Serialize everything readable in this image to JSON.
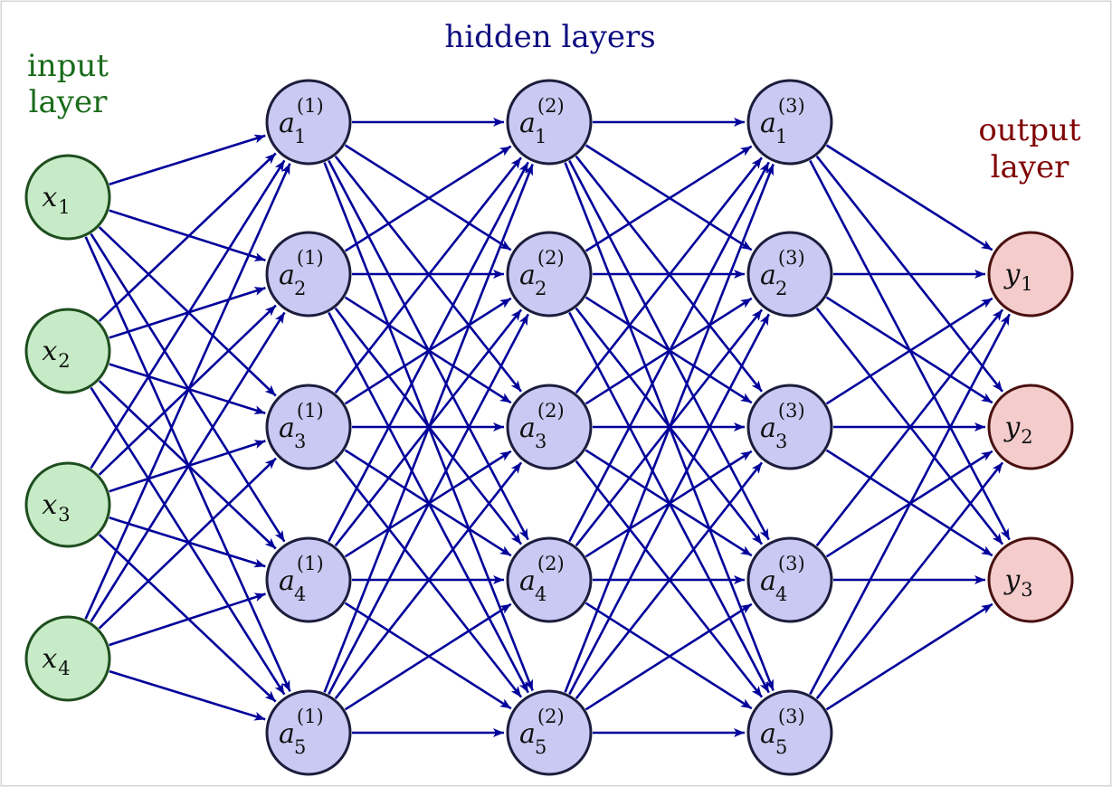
{
  "labels": {
    "hidden": "hidden layers",
    "input_line1": "input",
    "input_line2": "layer",
    "output_line1": "output",
    "output_line2": "layer"
  },
  "colors": {
    "input_fill": "#c6ebc6",
    "input_stroke": "#1e4d1e",
    "hidden_fill": "#c9c9f3",
    "hidden_stroke": "#1c1c3c",
    "output_fill": "#f4cccc",
    "output_stroke": "#4a1010",
    "edge": "#00009a",
    "input_label": "#1a6b1a",
    "hidden_label": "#0e0e80",
    "output_label": "#800000"
  },
  "layers": [
    {
      "kind": "input",
      "nodes": [
        {
          "base": "x",
          "sub": "1"
        },
        {
          "base": "x",
          "sub": "2"
        },
        {
          "base": "x",
          "sub": "3"
        },
        {
          "base": "x",
          "sub": "4"
        }
      ]
    },
    {
      "kind": "hidden",
      "nodes": [
        {
          "base": "a",
          "sub": "1",
          "sup": "(1)"
        },
        {
          "base": "a",
          "sub": "2",
          "sup": "(1)"
        },
        {
          "base": "a",
          "sub": "3",
          "sup": "(1)"
        },
        {
          "base": "a",
          "sub": "4",
          "sup": "(1)"
        },
        {
          "base": "a",
          "sub": "5",
          "sup": "(1)"
        }
      ]
    },
    {
      "kind": "hidden",
      "nodes": [
        {
          "base": "a",
          "sub": "1",
          "sup": "(2)"
        },
        {
          "base": "a",
          "sub": "2",
          "sup": "(2)"
        },
        {
          "base": "a",
          "sub": "3",
          "sup": "(2)"
        },
        {
          "base": "a",
          "sub": "4",
          "sup": "(2)"
        },
        {
          "base": "a",
          "sub": "5",
          "sup": "(2)"
        }
      ]
    },
    {
      "kind": "hidden",
      "nodes": [
        {
          "base": "a",
          "sub": "1",
          "sup": "(3)"
        },
        {
          "base": "a",
          "sub": "2",
          "sup": "(3)"
        },
        {
          "base": "a",
          "sub": "3",
          "sup": "(3)"
        },
        {
          "base": "a",
          "sub": "4",
          "sup": "(3)"
        },
        {
          "base": "a",
          "sub": "5",
          "sup": "(3)"
        }
      ]
    },
    {
      "kind": "output",
      "nodes": [
        {
          "base": "y",
          "sub": "1"
        },
        {
          "base": "y",
          "sub": "2"
        },
        {
          "base": "y",
          "sub": "3"
        }
      ]
    }
  ],
  "connectivity": "fully-connected"
}
